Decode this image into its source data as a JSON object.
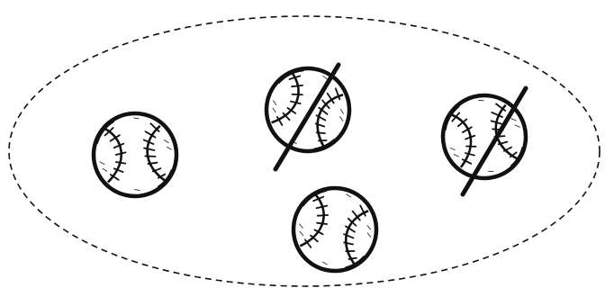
{
  "diagram": {
    "type": "set-grouping",
    "group_outline": "dashed-ellipse",
    "item_icon": "baseball-icon",
    "total_items": 4,
    "crossed_out_items": 2,
    "remaining_items": 2,
    "items": [
      {
        "id": "baseball-1",
        "crossed_out": false
      },
      {
        "id": "baseball-2",
        "crossed_out": true
      },
      {
        "id": "baseball-3",
        "crossed_out": true
      },
      {
        "id": "baseball-4",
        "crossed_out": false
      }
    ],
    "colors": {
      "ink": "#111111",
      "background": "#ffffff",
      "ball_fill": "#ffffff"
    }
  }
}
